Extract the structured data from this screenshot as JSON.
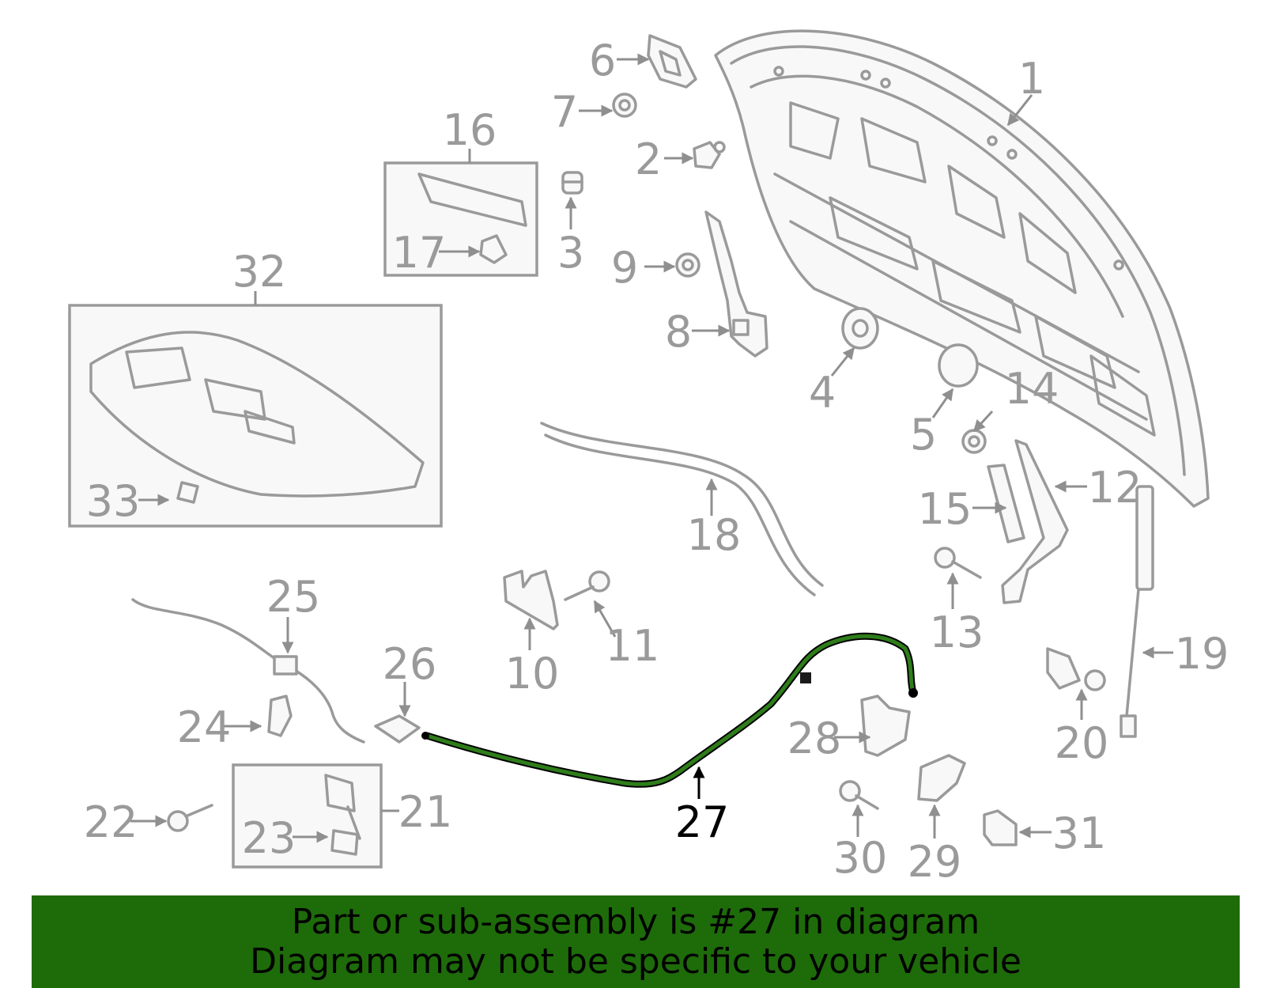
{
  "diagram": {
    "highlighted_part": "27",
    "highlight_color": "#2e7d1a",
    "part_color": "#9a9a9a",
    "callouts": [
      "1",
      "2",
      "3",
      "4",
      "5",
      "6",
      "7",
      "8",
      "9",
      "10",
      "11",
      "12",
      "13",
      "14",
      "15",
      "16",
      "17",
      "18",
      "19",
      "20",
      "21",
      "22",
      "23",
      "24",
      "25",
      "26",
      "27",
      "28",
      "29",
      "30",
      "31",
      "32",
      "33"
    ]
  },
  "banner": {
    "line1": "Part or sub-assembly is #27 in diagram",
    "line2": "Diagram may not be specific to your vehicle",
    "background": "#1e6b0a"
  }
}
